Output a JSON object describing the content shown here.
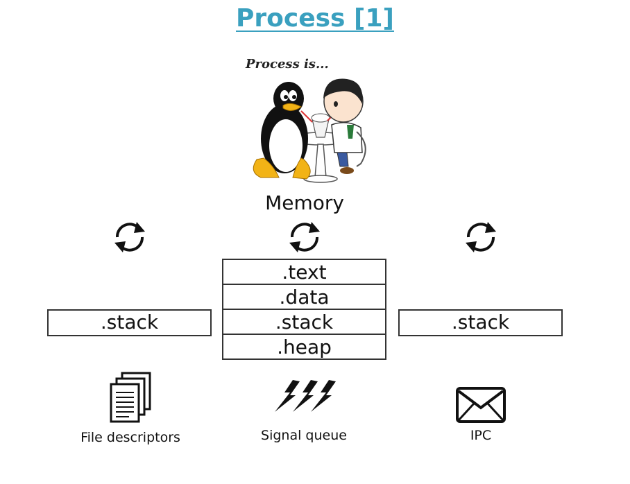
{
  "title": "Process [1]",
  "illustration": {
    "caption": "Process is..."
  },
  "memory": {
    "label": "Memory",
    "segments": [
      ".text",
      ".data",
      ".stack",
      ".heap"
    ]
  },
  "threads": {
    "left_stack": ".stack",
    "right_stack": ".stack"
  },
  "resources": {
    "files_label": "File descriptors",
    "signal_label": "Signal queue",
    "ipc_label": "IPC"
  },
  "colors": {
    "title": "#3aa0bf",
    "border": "#333333"
  },
  "icons": [
    "sync-icon",
    "documents-icon",
    "lightning-icon",
    "envelope-icon"
  ]
}
